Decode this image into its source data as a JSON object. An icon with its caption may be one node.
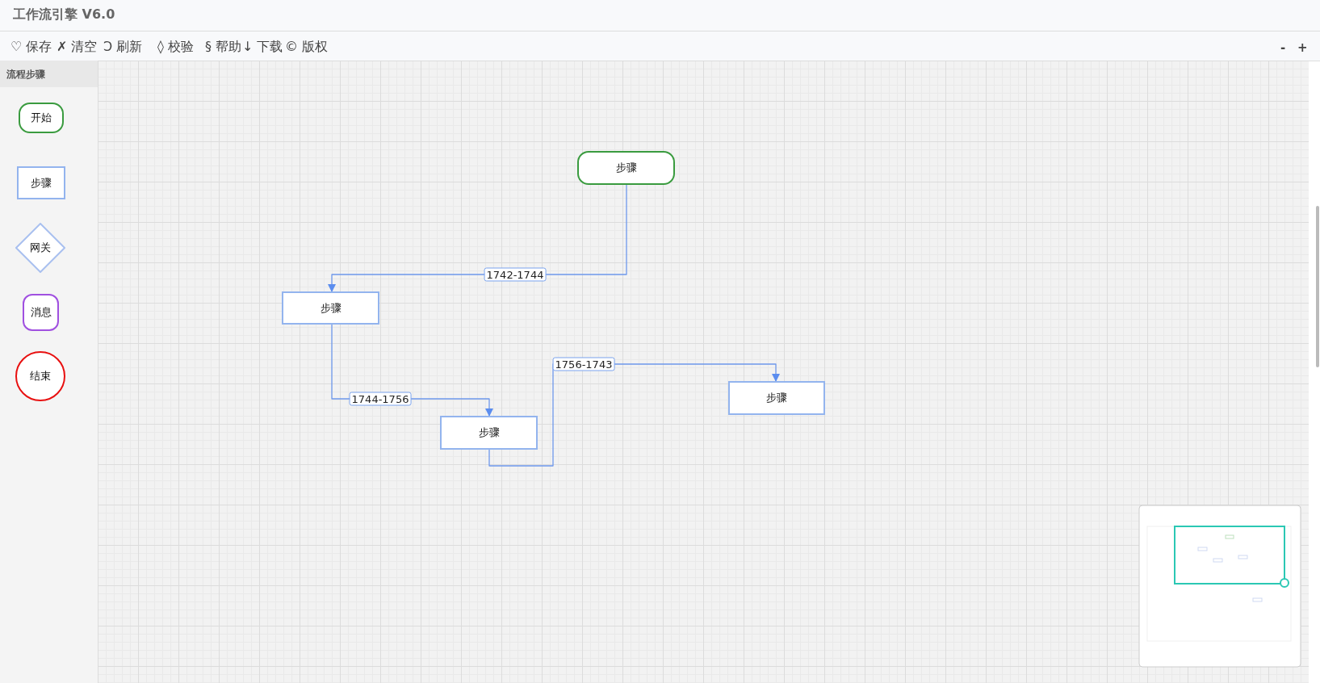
{
  "diagram": {
    "title": "工作流引擎 V6.0",
    "nodes": [
      {
        "text": [
          "开始"
        ]
      },
      {
        "text": [
          "步骤"
        ]
      },
      {
        "text": [
          "网关"
        ]
      },
      {
        "text": [
          "消息"
        ]
      },
      {
        "text": [
          "结束"
        ]
      },
      {
        "text": [
          "步骤"
        ]
      },
      {
        "text": [
          "步骤"
        ]
      },
      {
        "text": [
          "步骤"
        ]
      },
      {
        "text": [
          "步骤"
        ]
      }
    ],
    "edges": [
      {
        "from": 5,
        "to": 6,
        "arrow": "to",
        "label": "1742-1744"
      },
      {
        "from": 6,
        "to": 8,
        "arrow": "to",
        "label": "1744-1756"
      },
      {
        "from": 8,
        "to": 7,
        "arrow": "to",
        "label": "1756-1743"
      }
    ],
    "labels": [
      "♡ 保存",
      "✗ 清空",
      "Ↄ 刷新",
      "◊ 校验",
      "§ 帮助",
      "↓ 下载",
      "© 版权",
      "-",
      "+",
      "流程步骤"
    ]
  }
}
